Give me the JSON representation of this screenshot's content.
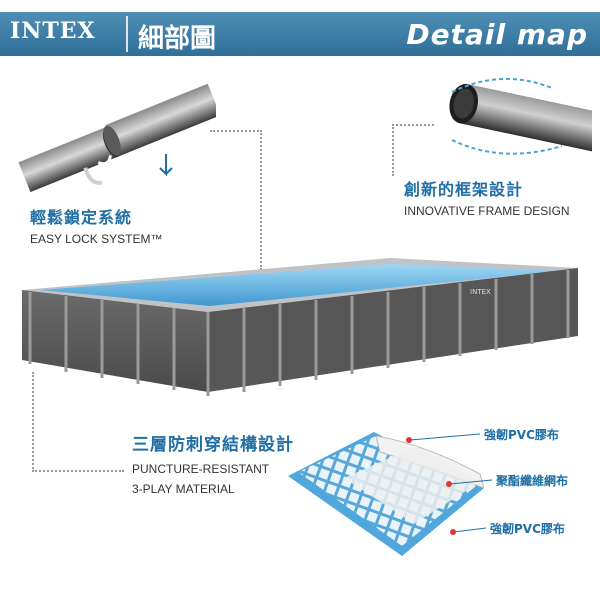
{
  "header": {
    "brand": "INTEX",
    "title_zh": "細部圖",
    "detail_label": "Detail map"
  },
  "features": {
    "easy_lock": {
      "title_zh": "輕鬆鎖定系統",
      "title_en": "EASY LOCK SYSTEM™"
    },
    "frame_design": {
      "title_zh": "創新的框架設計",
      "title_en": "INNOVATIVE FRAME DESIGN"
    },
    "material": {
      "title_zh": "三層防刺穿結構設計",
      "title_en_line1": "PUNCTURE-RESISTANT",
      "title_en_line2": "3-PLAY MATERIAL"
    }
  },
  "pool_brand": "INTEX",
  "layers": [
    {
      "label": "強韌PVC膠布"
    },
    {
      "label": "聚酯纖維網布"
    },
    {
      "label": "強韌PVC膠布"
    }
  ],
  "colors": {
    "header_blue": "#2f6f98",
    "accent_blue": "#1f6fa6",
    "pool_gray": "#5c5c5c",
    "water": "#5fb2df",
    "marker_red": "#e03333"
  }
}
